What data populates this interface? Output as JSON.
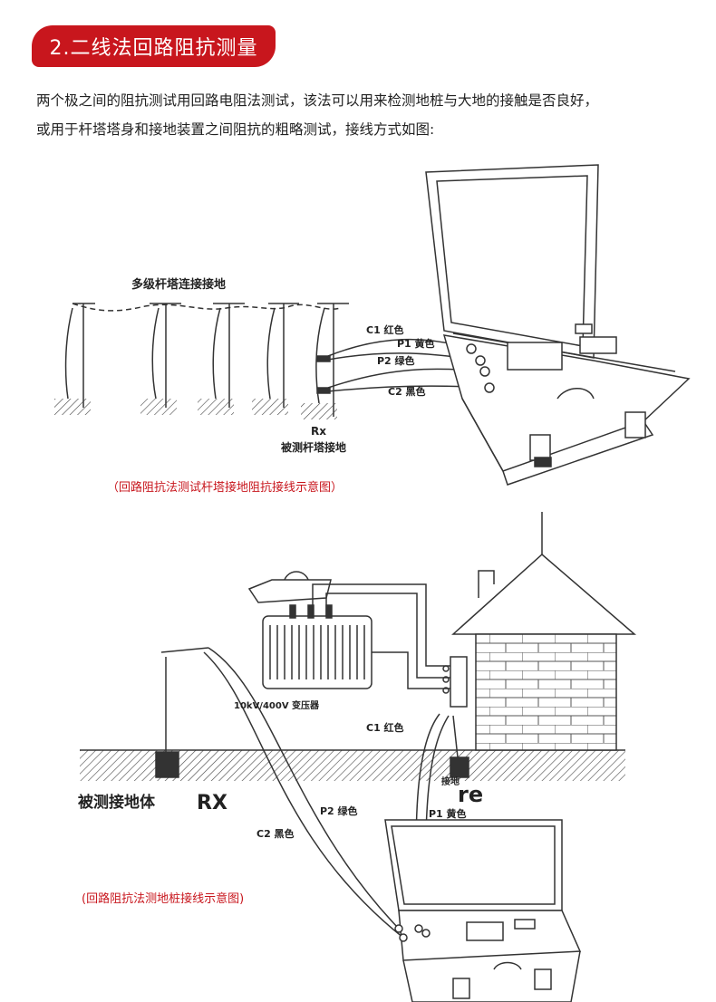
{
  "section": {
    "title": "2.二线法回路阻抗测量",
    "paragraph_line1": "两个极之间的阻抗测试用回路电阻法测试，该法可以用来检测地桩与大地的接触是否良好，",
    "paragraph_line2": "或用于杆塔塔身和接地装置之间阻抗的粗略测试，接线方式如图:"
  },
  "diagram1": {
    "poles_label": "多级杆塔连接接地",
    "c1": "C1 红色",
    "p1": "P1 黄色",
    "p2": "P2 绿色",
    "c2": "C2 黑色",
    "rx": "Rx",
    "rx_desc": "被测杆塔接地",
    "caption": "（回路阻抗法测试杆塔接地阻抗接线示意图）"
  },
  "diagram2": {
    "transformer": "10kV/400V 变压器",
    "c1": "C1 红色",
    "ground": "接地",
    "re": "re",
    "rx_desc": "被测接地体",
    "rx": "RX",
    "p1": "P1 黄色",
    "p2": "P2 绿色",
    "c2": "C2 黑色",
    "caption": "(回路阻抗法测地桩接线示意图)"
  },
  "colors": {
    "accent": "#c8161d",
    "line": "#333333"
  }
}
